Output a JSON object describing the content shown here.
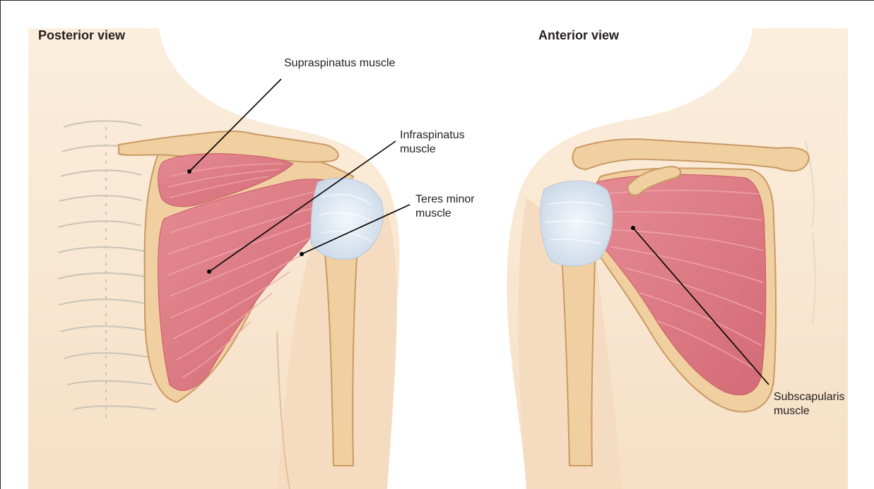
{
  "views": {
    "posterior": {
      "heading": "Posterior view",
      "labels": {
        "supraspinatus": "Supraspinatus muscle",
        "infraspinatus": "Infraspinatus\nmuscle",
        "teres_minor": "Teres minor\nmuscle"
      }
    },
    "anterior": {
      "heading": "Anterior view",
      "labels": {
        "subscapularis": "Subscapularis\nmuscle"
      }
    }
  },
  "colors": {
    "skin": "#f8e6cf",
    "skin_shadow": "#efd2ae",
    "bone": "#f0cfa0",
    "bone_outline": "#c99a64",
    "muscle": "#df7d86",
    "muscle_dark": "#c95a66",
    "muscle_light": "#f0a7ad",
    "tendon": "#dde7f2",
    "rib_line": "#c9c3b8",
    "leader_line": "#000000"
  }
}
